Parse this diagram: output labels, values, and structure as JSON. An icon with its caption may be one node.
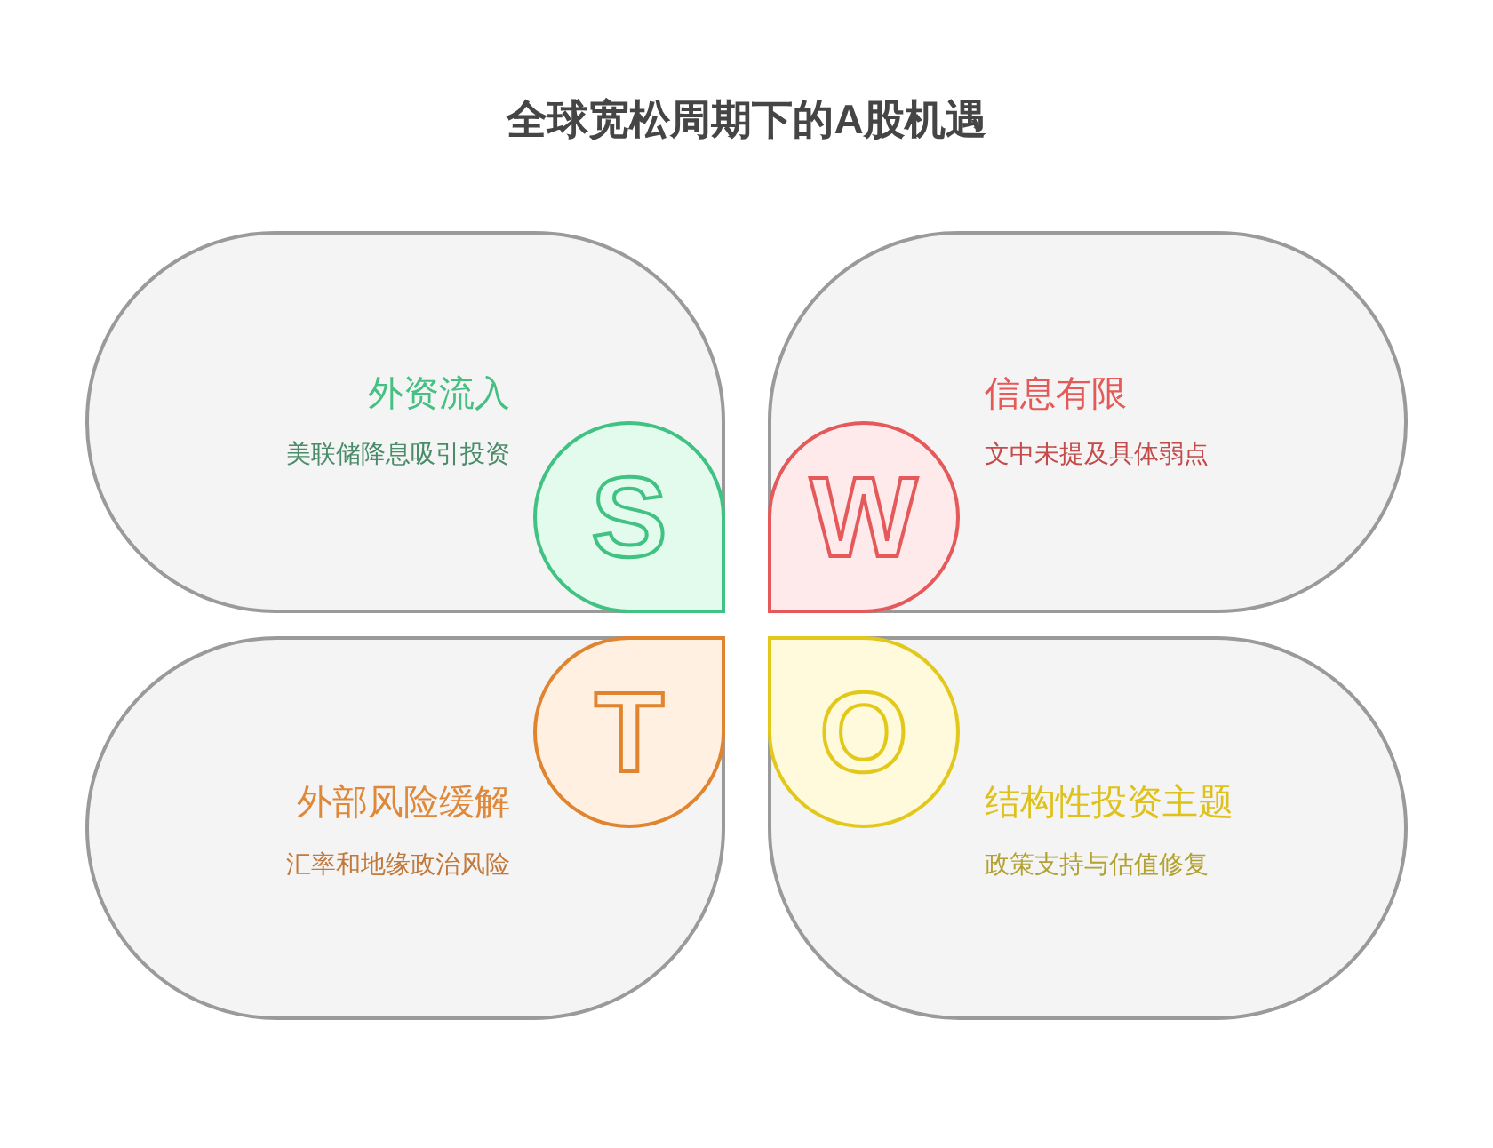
{
  "diagram": {
    "title": "全球宽松周期下的A股机遇",
    "nodes": [
      {
        "text": [
          "外资流入",
          "美联储降息吸引投资"
        ]
      },
      {
        "text": [
          "S"
        ],
        "in": 0
      },
      {
        "text": [
          "信息有限",
          "文中未提及具体弱点"
        ]
      },
      {
        "text": [
          "W"
        ],
        "in": 2
      },
      {
        "text": [
          "外部风险缓解",
          "汇率和地缘政治风险"
        ]
      },
      {
        "text": [
          "T"
        ],
        "in": 4
      },
      {
        "text": [
          "结构性投资主题",
          "政策支持与估值修复"
        ]
      },
      {
        "text": [
          "O"
        ],
        "in": 6
      }
    ]
  }
}
